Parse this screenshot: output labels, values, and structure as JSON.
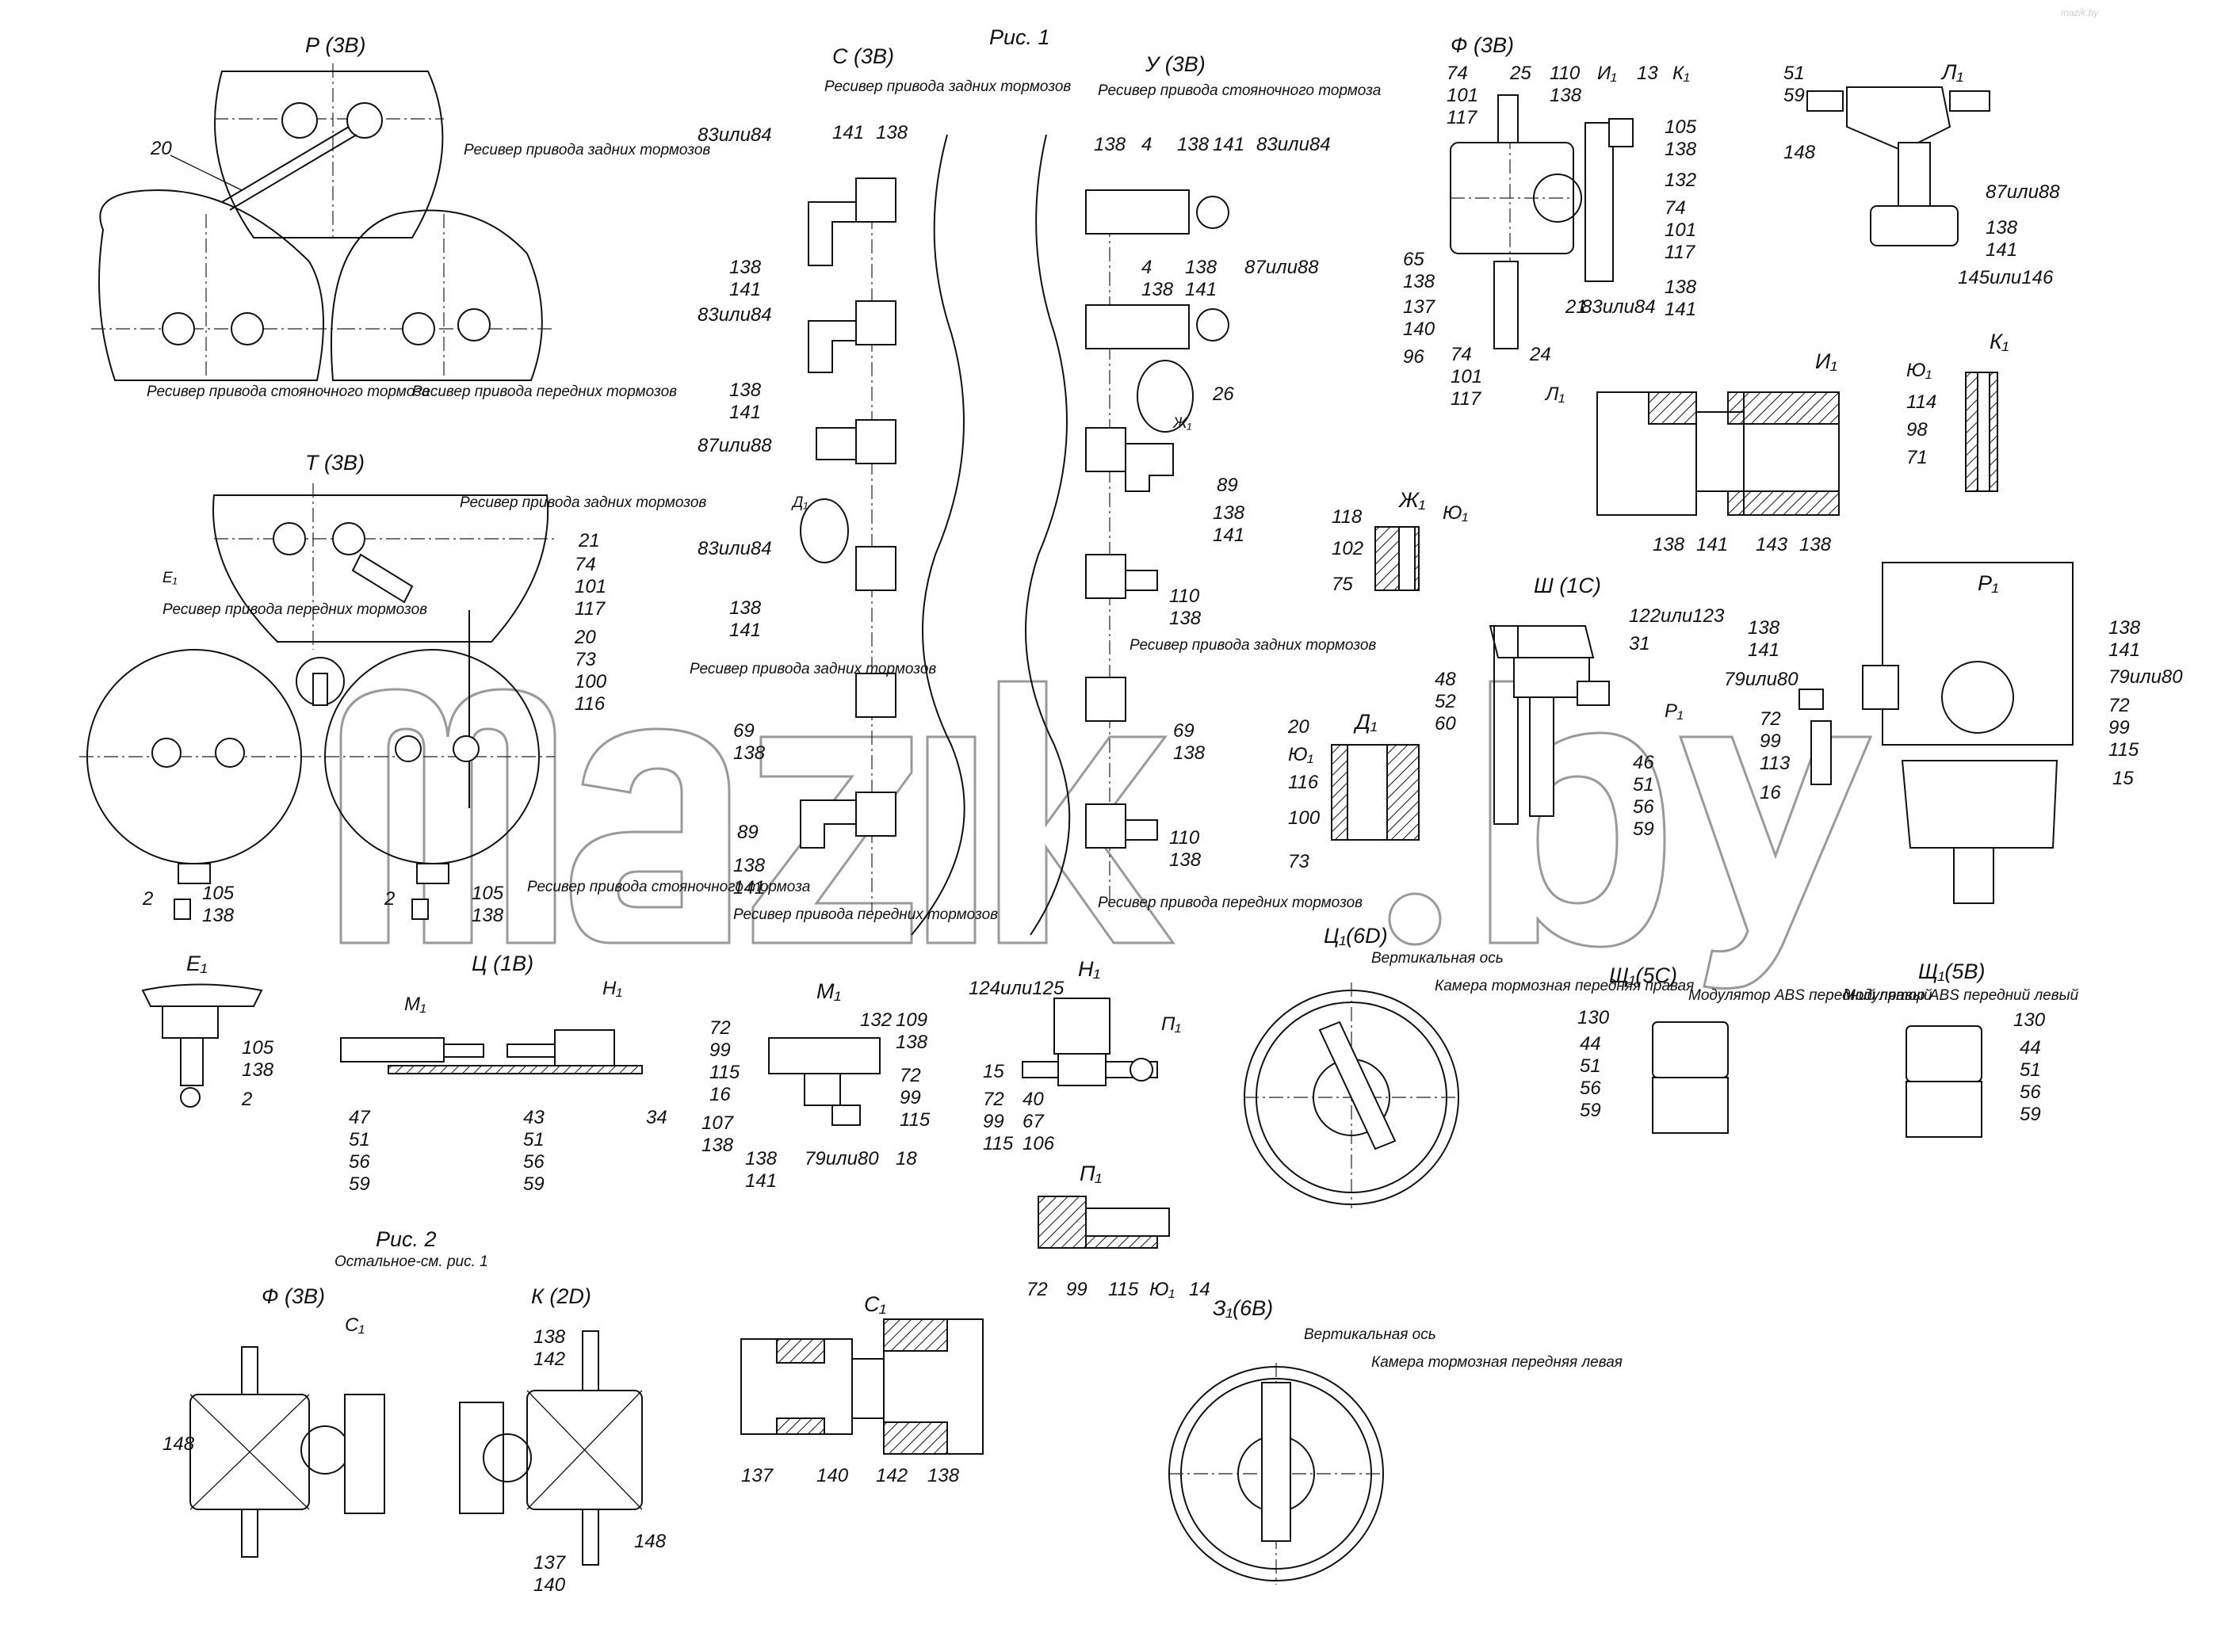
{
  "figure_captions": {
    "fig1": "Рис. 1",
    "fig2": "Рис. 2",
    "fig2_note": "Остальное-см. рис. 1"
  },
  "views": {
    "P": "Р (3В)",
    "T": "Т (3В)",
    "C": "С (3В)",
    "U": "У (3В)",
    "F1": "Ф (3В)",
    "L1": "Л₁",
    "I1": "И₁",
    "K1": "К₁",
    "Yu1": "Ю₁",
    "Zh1": "Ж₁",
    "Sh": "Ш (1С)",
    "R1": "Р₁",
    "D1": "Д₁",
    "Ts_6D": "Ц₁(6D)",
    "E1": "Е₁",
    "Ts_1B": "Ц (1В)",
    "M1": "М₁",
    "H1": "Н₁",
    "P1": "П₁",
    "Sch5C": "Щ₁(5С)",
    "Sch5B": "Щ₁(5В)",
    "F2": "Ф (3В)",
    "K2": "К (2D)",
    "C1": "С₁",
    "Z1": "З₁(6В)"
  },
  "notes": {
    "rear_receiver": "Ресивер привода задних тормозов",
    "park_receiver": "Ресивер привода стояночного тормоза",
    "front_receiver": "Ресивер привода передних тормозов",
    "vertical_axis": "Вертикальная ось",
    "chamber_right": "Камера тормозная передняя правая",
    "chamber_left": "Камера тормозная передняя левая",
    "abs_right": "Модулятор ABS передний правый",
    "abs_left": "Модулятор ABS передний левый"
  },
  "watermark": "mazik.by",
  "callouts": {
    "p": [
      "20"
    ],
    "t": [
      "21",
      "74",
      "101",
      "117",
      "20",
      "73",
      "100",
      "116",
      "2",
      "105",
      "138",
      "2",
      "105",
      "138"
    ],
    "c": [
      "141",
      "138",
      "83или84",
      "138",
      "141",
      "83или84",
      "138",
      "141",
      "87или88",
      "83или84",
      "138",
      "141",
      "69",
      "138",
      "89",
      "138",
      "141"
    ],
    "u": [
      "138",
      "4",
      "138",
      "141",
      "83или84",
      "4",
      "138",
      "138",
      "141",
      "87или88",
      "26",
      "89",
      "138",
      "141",
      "110",
      "138",
      "69",
      "138",
      "110",
      "138"
    ],
    "f1": [
      "74",
      "101",
      "117",
      "25",
      "110",
      "138",
      "И₁",
      "13",
      "К₁",
      "105",
      "138",
      "132",
      "74",
      "101",
      "117",
      "65",
      "138",
      "137",
      "140",
      "96",
      "74",
      "101",
      "117",
      "21",
      "24",
      "83или84",
      "138",
      "141",
      "Л₁"
    ],
    "l1": [
      "51",
      "59",
      "148",
      "87или88",
      "138",
      "141",
      "145или146"
    ],
    "i1": [
      "138",
      "141",
      "143",
      "138"
    ],
    "k1": [
      "114",
      "98",
      "71"
    ],
    "zh1": [
      "118",
      "102",
      "75",
      "Ю₁"
    ],
    "sh": [
      "122или123",
      "31",
      "48",
      "52",
      "60",
      "46",
      "51",
      "56",
      "59",
      "Р₁"
    ],
    "r1": [
      "138",
      "141",
      "79или80",
      "72",
      "99",
      "113",
      "16",
      "138",
      "141",
      "79или80",
      "72",
      "99",
      "115",
      "15"
    ],
    "d1": [
      "20",
      "Ю₁",
      "116",
      "100",
      "73"
    ],
    "e1": [
      "105",
      "138",
      "2"
    ],
    "ts1b": [
      "М₁",
      "Н₁",
      "47",
      "51",
      "56",
      "59",
      "43",
      "51",
      "56",
      "59",
      "34"
    ],
    "m1": [
      "72",
      "99",
      "115",
      "16",
      "107",
      "138",
      "132",
      "109",
      "138",
      "72",
      "99",
      "115",
      "138",
      "141",
      "79или80",
      "18"
    ],
    "h1": [
      "124или125",
      "П₁",
      "15",
      "72",
      "99",
      "115",
      "40",
      "67",
      "106"
    ],
    "p1": [
      "72",
      "99",
      "115",
      "Ю₁",
      "14"
    ],
    "sch5c": [
      "130",
      "44",
      "51",
      "56",
      "59"
    ],
    "sch5b": [
      "130",
      "44",
      "51",
      "56",
      "59"
    ],
    "f2": [
      "С₁",
      "148"
    ],
    "k2": [
      "138",
      "142",
      "137",
      "140",
      "148"
    ],
    "c1": [
      "137",
      "140",
      "142",
      "138"
    ]
  }
}
